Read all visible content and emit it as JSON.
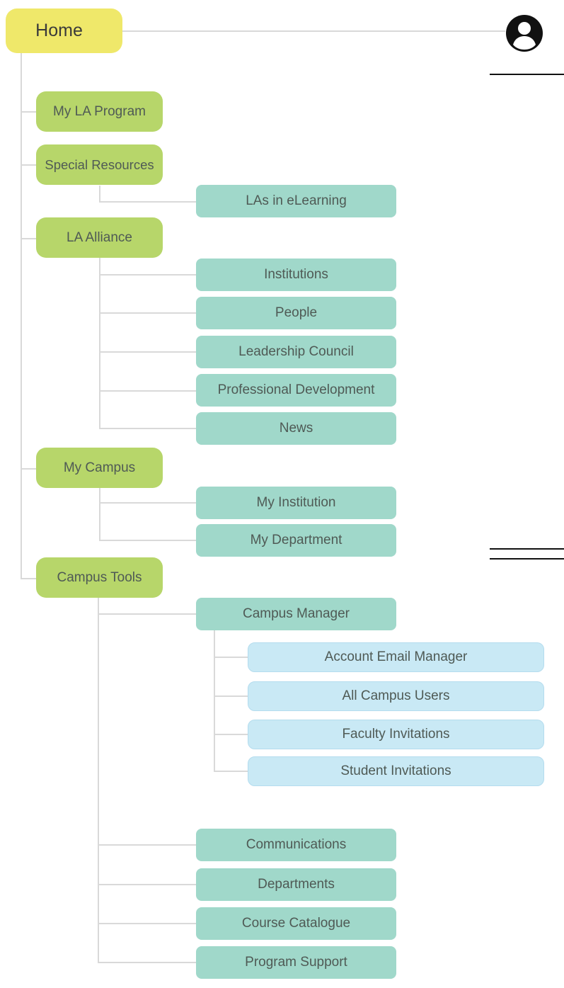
{
  "home": {
    "label": "Home"
  },
  "icons": {
    "account": "account-circle-icon"
  },
  "colors": {
    "home": "#efe86a",
    "level1": "#b7d66a",
    "level2": "#a0d8ca",
    "level3": "#c9e9f5"
  },
  "nav": [
    {
      "label": "My LA Program",
      "children": []
    },
    {
      "label": "Special Resources",
      "children": [
        {
          "label": "LAs in eLearning"
        }
      ]
    },
    {
      "label": "LA Alliance",
      "children": [
        {
          "label": "Institutions"
        },
        {
          "label": "People"
        },
        {
          "label": "Leadership Council"
        },
        {
          "label": "Professional Development"
        },
        {
          "label": "News"
        }
      ]
    },
    {
      "label": "My Campus",
      "children": [
        {
          "label": "My Institution"
        },
        {
          "label": "My Department"
        }
      ]
    },
    {
      "label": "Campus Tools",
      "children": [
        {
          "label": "Campus Manager",
          "children": [
            {
              "label": "Account Email Manager"
            },
            {
              "label": "All Campus Users"
            },
            {
              "label": "Faculty Invitations"
            },
            {
              "label": "Student Invitations"
            }
          ]
        },
        {
          "label": "Communications"
        },
        {
          "label": "Departments"
        },
        {
          "label": "Course Catalogue"
        },
        {
          "label": "Program Support"
        }
      ]
    }
  ]
}
